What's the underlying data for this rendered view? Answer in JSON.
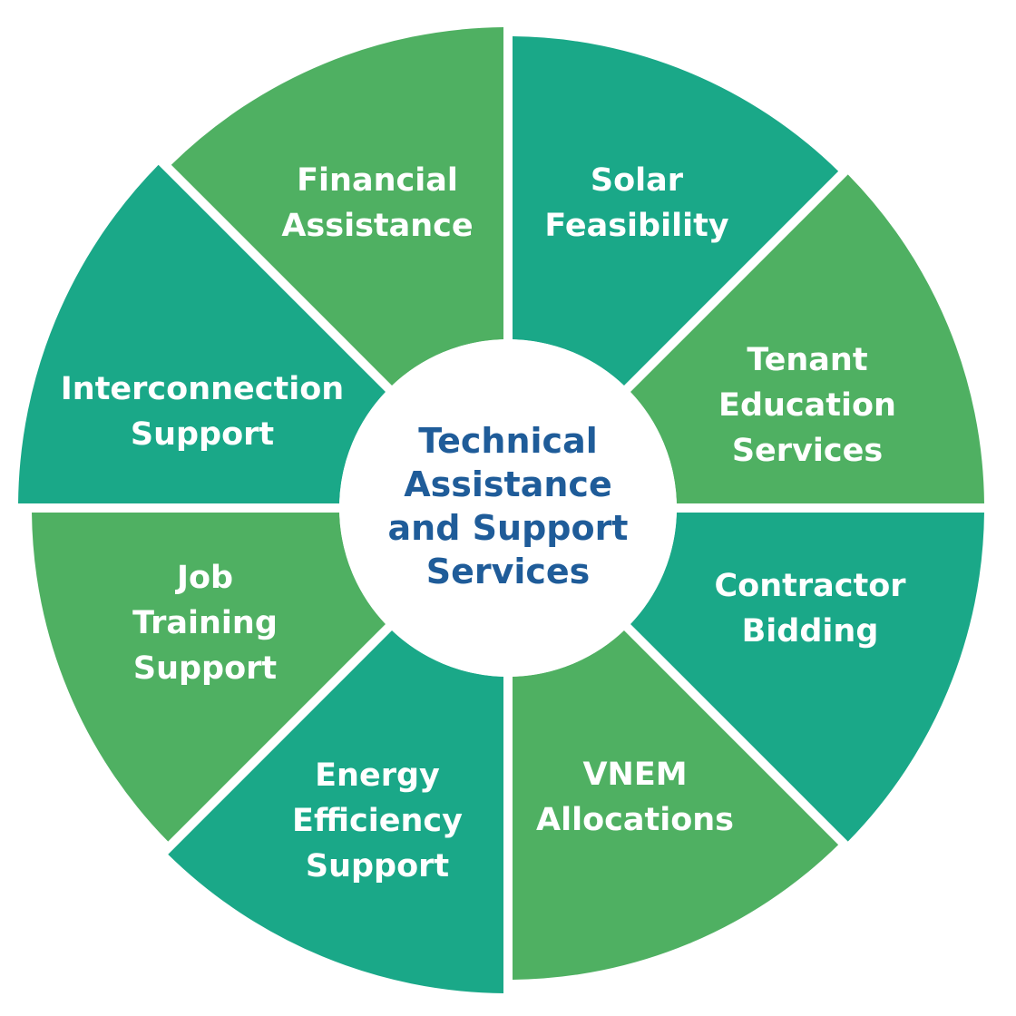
{
  "center": {
    "lines": [
      "Technical",
      "Assistance",
      "and Support",
      "Services"
    ],
    "text_color": "#1f5c99",
    "fill": "#ffffff"
  },
  "colors": {
    "green": "#4fb062",
    "teal": "#1aa888",
    "text": "#ffffff",
    "divider": "#ffffff"
  },
  "segments": [
    {
      "id": "solar-feasibility",
      "lines": [
        "Solar",
        "Feasibility"
      ],
      "fill": "teal"
    },
    {
      "id": "tenant-education-services",
      "lines": [
        "Tenant",
        "Education",
        "Services"
      ],
      "fill": "green"
    },
    {
      "id": "contractor-bidding",
      "lines": [
        "Contractor",
        "Bidding"
      ],
      "fill": "teal"
    },
    {
      "id": "vnem-allocations",
      "lines": [
        "VNEM",
        "Allocations"
      ],
      "fill": "green"
    },
    {
      "id": "energy-efficiency-support",
      "lines": [
        "Energy",
        "Efficiency",
        "Support"
      ],
      "fill": "teal"
    },
    {
      "id": "job-training-support",
      "lines": [
        "Job",
        "Training",
        "Support"
      ],
      "fill": "green"
    },
    {
      "id": "interconnection-support",
      "lines": [
        "Interconnection",
        "Support"
      ],
      "fill": "teal"
    },
    {
      "id": "financial-assistance",
      "lines": [
        "Financial",
        "Assistance"
      ],
      "fill": "green"
    }
  ]
}
